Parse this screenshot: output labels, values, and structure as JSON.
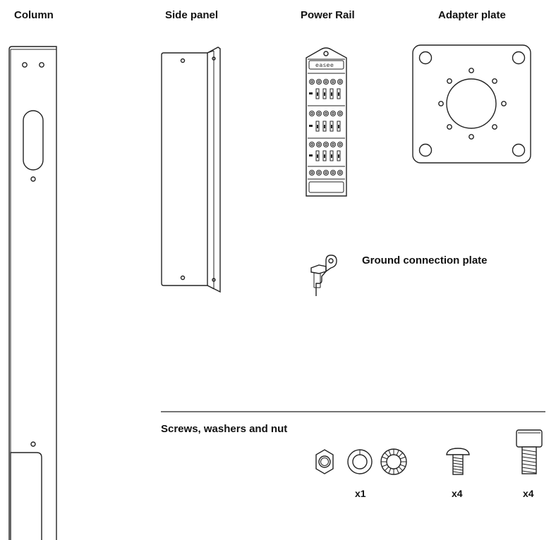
{
  "labels": {
    "column": "Column",
    "side_panel": "Side panel",
    "power_rail": "Power Rail",
    "adapter_plate": "Adapter plate",
    "ground_plate": "Ground connection plate",
    "screws": "Screws, washers and nut"
  },
  "quantities": {
    "nut_washers": "x1",
    "button_screw": "x4",
    "socket_screw": "x4"
  },
  "power_rail_brand": "easee"
}
